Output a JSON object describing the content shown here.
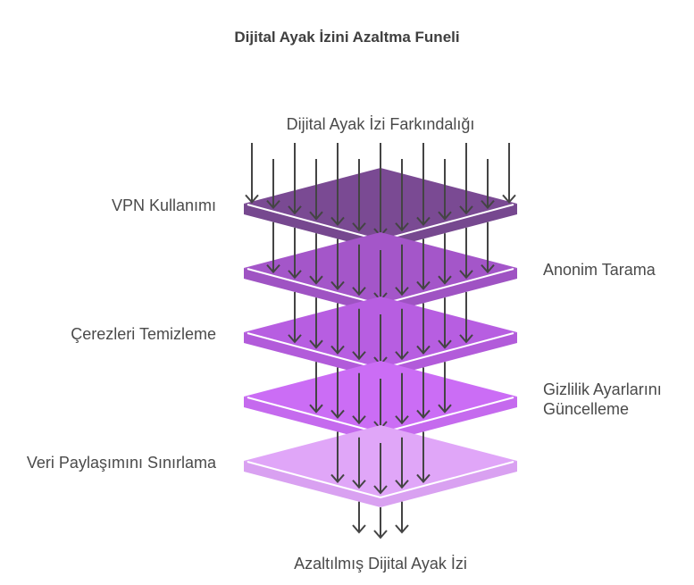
{
  "title": "Dijital Ayak İzini Azaltma Funeli",
  "input_label": "Dijital Ayak İzi Farkındalığı",
  "output_label": "Azaltılmış Dijital Ayak İzi",
  "stages": [
    {
      "label": "VPN Kullanımı",
      "side": "left",
      "color": "#7a4a93",
      "arrows_in": 13
    },
    {
      "label": "Anonim Tarama",
      "side": "right",
      "color": "#a456c9",
      "arrows_in": 11
    },
    {
      "label": "Çerezleri Temizleme",
      "side": "left",
      "color": "#b75ee1",
      "arrows_in": 9
    },
    {
      "label": "Gizlilik Ayarlarını Güncelleme",
      "side": "right",
      "color": "#cb6df5",
      "arrows_in": 7
    },
    {
      "label": "Veri Paylaşımını Sınırlama",
      "side": "left",
      "color": "#e0a6f8",
      "arrows_in": 5
    }
  ],
  "output_arrows": 3,
  "colors": {
    "arrow": "#444444",
    "edge": "#ffffff"
  }
}
